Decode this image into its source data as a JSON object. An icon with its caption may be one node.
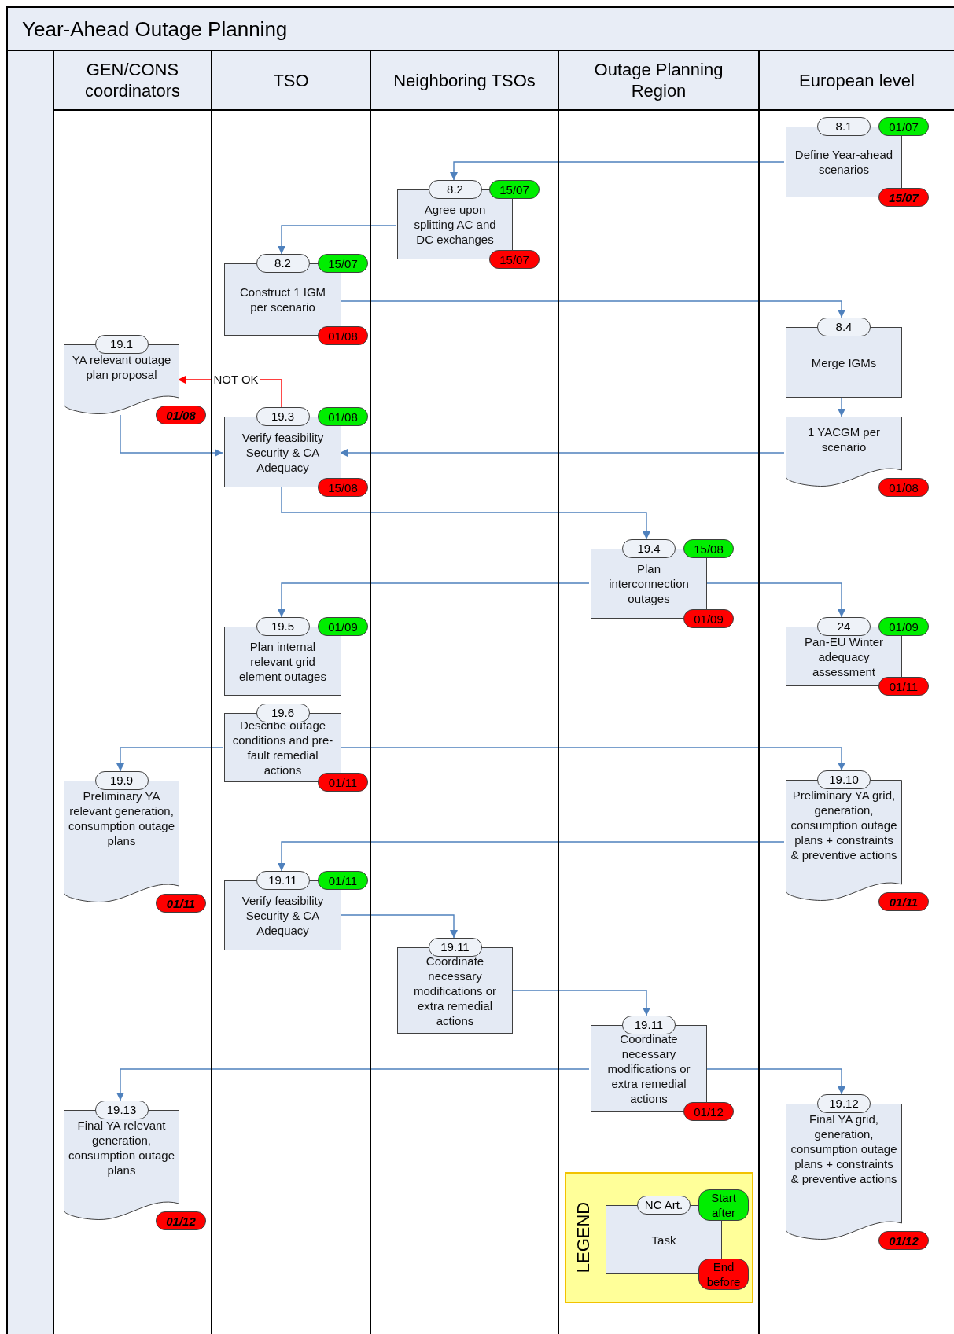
{
  "diagram": {
    "title": "Year-Ahead Outage Planning",
    "nodes": [
      {
        "text": [
          "GEN/CONS coordinators"
        ]
      },
      {
        "text": [
          "TSO"
        ]
      },
      {
        "text": [
          "Neighboring TSOs"
        ]
      },
      {
        "text": [
          "Outage Planning Region"
        ]
      },
      {
        "text": [
          "European level"
        ]
      },
      {
        "text": [
          "8.1",
          "Define Year-ahead scenarios"
        ],
        "in": 4,
        "beside": [
          "01/07",
          "15/07"
        ]
      },
      {
        "text": [
          "8.2",
          "Agree upon splitting AC and DC exchanges"
        ],
        "in": 2,
        "beside": [
          "15/07",
          "15/07"
        ]
      },
      {
        "text": [
          "8.2",
          "Construct 1 IGM per scenario"
        ],
        "in": 1,
        "beside": [
          "15/07",
          "01/08"
        ]
      },
      {
        "text": [
          "8.4",
          "Merge IGMs"
        ],
        "in": 4
      },
      {
        "text": [
          "19.1",
          "YA relevant outage plan proposal"
        ],
        "in": 0,
        "beside": [
          "01/08"
        ]
      },
      {
        "text": [
          "19.3",
          "Verify feasibility Security & CA Adequacy"
        ],
        "in": 1,
        "beside": [
          "01/08",
          "15/08"
        ]
      },
      {
        "text": [
          "1 YACGM per scenario"
        ],
        "in": 4,
        "beside": [
          "01/08"
        ]
      },
      {
        "text": [
          "19.4",
          "Plan interconnection outages"
        ],
        "in": 3,
        "beside": [
          "15/08",
          "01/09"
        ]
      },
      {
        "text": [
          "19.5",
          "Plan internal relevant grid element outages"
        ],
        "in": 1,
        "beside": [
          "01/09"
        ]
      },
      {
        "text": [
          "24",
          "Pan-EU Winter adequacy assessment"
        ],
        "in": 4,
        "beside": [
          "01/09",
          "01/11"
        ]
      },
      {
        "text": [
          "19.6",
          "Describe outage conditions and pre-fault remedial actions"
        ],
        "in": 1,
        "beside": [
          "01/11"
        ]
      },
      {
        "text": [
          "19.9",
          "Preliminary YA relevant generation, consumption outage plans"
        ],
        "in": 0,
        "beside": [
          "01/11"
        ]
      },
      {
        "text": [
          "19.10",
          "Preliminary YA grid, generation, consumption outage plans + constraints & preventive actions"
        ],
        "in": 4,
        "beside": [
          "01/11"
        ]
      },
      {
        "text": [
          "19.11",
          "Verify feasibility Security & CA Adequacy"
        ],
        "in": 1,
        "beside": [
          "01/11"
        ]
      },
      {
        "text": [
          "19.11",
          "Coordinate necessary modifications or extra remedial actions"
        ],
        "in": 2
      },
      {
        "text": [
          "19.11",
          "Coordinate necessary modifications or extra remedial actions"
        ],
        "in": 3,
        "beside": [
          "01/12"
        ]
      },
      {
        "text": [
          "19.13",
          "Final YA relevant generation, consumption outage plans"
        ],
        "in": 0,
        "beside": [
          "01/12"
        ]
      },
      {
        "text": [
          "19.12",
          "Final YA grid, generation, consumption outage plans + constraints & preventive actions"
        ],
        "in": 4,
        "beside": [
          "01/12"
        ]
      },
      {
        "text": [
          "LEGEND"
        ],
        "in": 3
      },
      {
        "text": [
          "NC Art.",
          "Task"
        ],
        "in": 23,
        "beside": [
          "Start after",
          "End before"
        ]
      },
      {
        "text": [],
        "shape": "box"
      }
    ],
    "edges": [
      {
        "from": 5,
        "to": 6,
        "arrow": "to"
      },
      {
        "from": 6,
        "to": 7,
        "arrow": "to"
      },
      {
        "from": 7,
        "to": 8,
        "arrow": "to"
      },
      {
        "from": 8,
        "to": 11,
        "arrow": "to"
      },
      {
        "from": 11,
        "to": 10,
        "arrow": "to"
      },
      {
        "from": 10,
        "to": 9,
        "arrow": "to",
        "label": "NOT OK",
        "color": "#ff0000"
      },
      {
        "from": 9,
        "to": 10,
        "arrow": "to"
      },
      {
        "from": 10,
        "to": 12,
        "arrow": "to"
      },
      {
        "from": 12,
        "to": 13,
        "arrow": "to"
      },
      {
        "from": 12,
        "to": 14,
        "arrow": "to"
      },
      {
        "from": 15,
        "to": 16,
        "arrow": "to"
      },
      {
        "from": 15,
        "to": 17,
        "arrow": "to"
      },
      {
        "from": 17,
        "to": 18,
        "arrow": "to"
      },
      {
        "from": 18,
        "to": 19,
        "arrow": "to"
      },
      {
        "from": 19,
        "to": 20,
        "arrow": "to"
      },
      {
        "from": 20,
        "to": 21,
        "arrow": "to"
      },
      {
        "from": 20,
        "to": 22,
        "arrow": "to"
      }
    ]
  }
}
